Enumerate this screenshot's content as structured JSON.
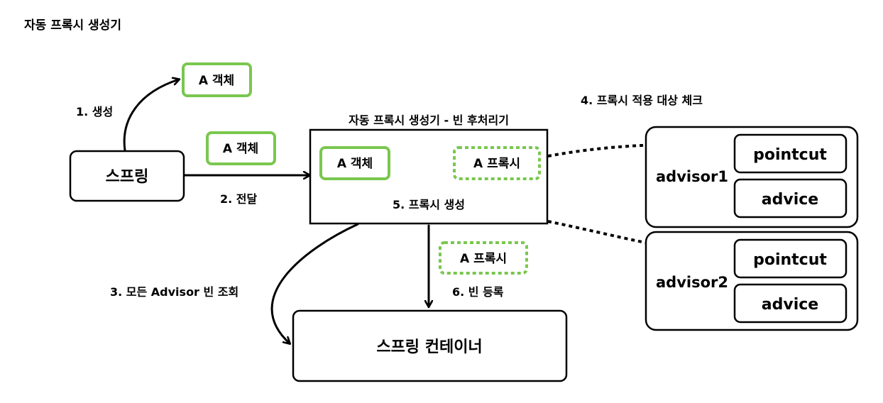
{
  "title": "자동 프록시 생성기",
  "colors": {
    "stroke": "#000000",
    "green": "#7ac74f",
    "background": "#ffffff"
  },
  "nodes": {
    "spring": "스프링",
    "container": "스프링 컨테이너",
    "post_processor_title": "자동 프록시 생성기 - 빈 후처리기",
    "object_created": "A 객체",
    "object_passed": "A 객체",
    "object_inner": "A 객체",
    "proxy_inner": "A 프록시",
    "proxy_registered": "A 프록시",
    "proxy_create_label": "5. 프록시 생성"
  },
  "steps": {
    "create": "1. 생성",
    "pass": "2. 전달",
    "lookup": "3. 모든 Advisor 빈 조회",
    "check": "4. 프록시 적용 대상 체크",
    "register": "6. 빈 등록"
  },
  "advisors": [
    {
      "name": "advisor1",
      "pointcut": "pointcut",
      "advice": "advice"
    },
    {
      "name": "advisor2",
      "pointcut": "pointcut",
      "advice": "advice"
    }
  ]
}
